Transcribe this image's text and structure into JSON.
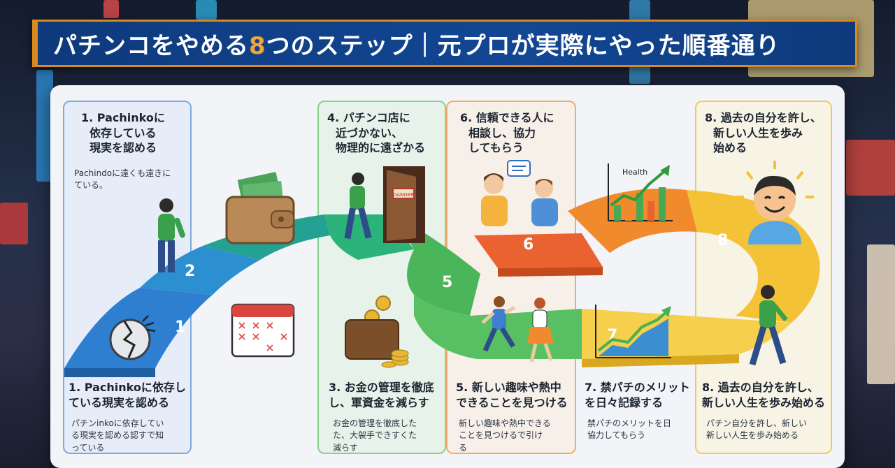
{
  "banner": {
    "title_part1": "パチンコをやめる",
    "title_number": "8",
    "title_part2": "つのステップ｜元プロが実際にやった順番通り"
  },
  "top_labels": [
    {
      "text_lines": [
        "1. Pachinkoに",
        "依存している",
        "現実を認める"
      ]
    },
    {
      "text_lines": [
        "4. パチンコ店に",
        "近づかない、",
        "物理的に遠ざかる"
      ]
    },
    {
      "text_lines": [
        "6. 信頼できる人に",
        "相談し、協力",
        "してもらう"
      ]
    },
    {
      "text_lines": [
        "8. 過去の自分を許し、",
        "新しい人生を歩み",
        "始める"
      ]
    }
  ],
  "top_note": [
    "Pachindoに遠くも遠きに",
    "ている。"
  ],
  "bottom_labels": [
    {
      "text_lines": [
        "1. Pachinkoに依存し",
        "ている現実を認める"
      ],
      "desc": [
        "パチンinkoに依存してい",
        "る現実を認める認すで知",
        "っている"
      ]
    },
    {
      "text_lines": [
        "3. お金の管理を徹底",
        "し、軍資金を減らす"
      ],
      "desc": [
        "お金の管理を徹底した",
        "た、大袈手できすくた",
        "減らす"
      ]
    },
    {
      "text_lines": [
        "5. 新しい趣味や熱中",
        "できることを見つける"
      ],
      "desc": [
        "新しい趣味や熱中できる",
        "ことを見つけるで引け",
        "る"
      ]
    },
    {
      "text_lines": [
        "7. 禁パチのメリット",
        "を日々記録する"
      ],
      "desc": [
        "禁パチのメリットを日",
        "協力してもらう"
      ]
    },
    {
      "text_lines": [
        "8. 過去の自分を許し、",
        "新しい人生を歩み始める"
      ],
      "desc": [
        "パチン自分を許し、新しい",
        "新しい人生を歩み始める"
      ]
    }
  ],
  "path_numbers": [
    "1",
    "2",
    "5",
    "6",
    "7",
    "8"
  ],
  "chart_label": "Health",
  "door_sign": "DANGER",
  "colors": {
    "blue": "#2f7fd1",
    "teal": "#23a193",
    "green": "#4bb55a",
    "orange": "#f08a2c",
    "yellow": "#f4c236",
    "banner": "#124794",
    "accent": "#f2a43a"
  }
}
